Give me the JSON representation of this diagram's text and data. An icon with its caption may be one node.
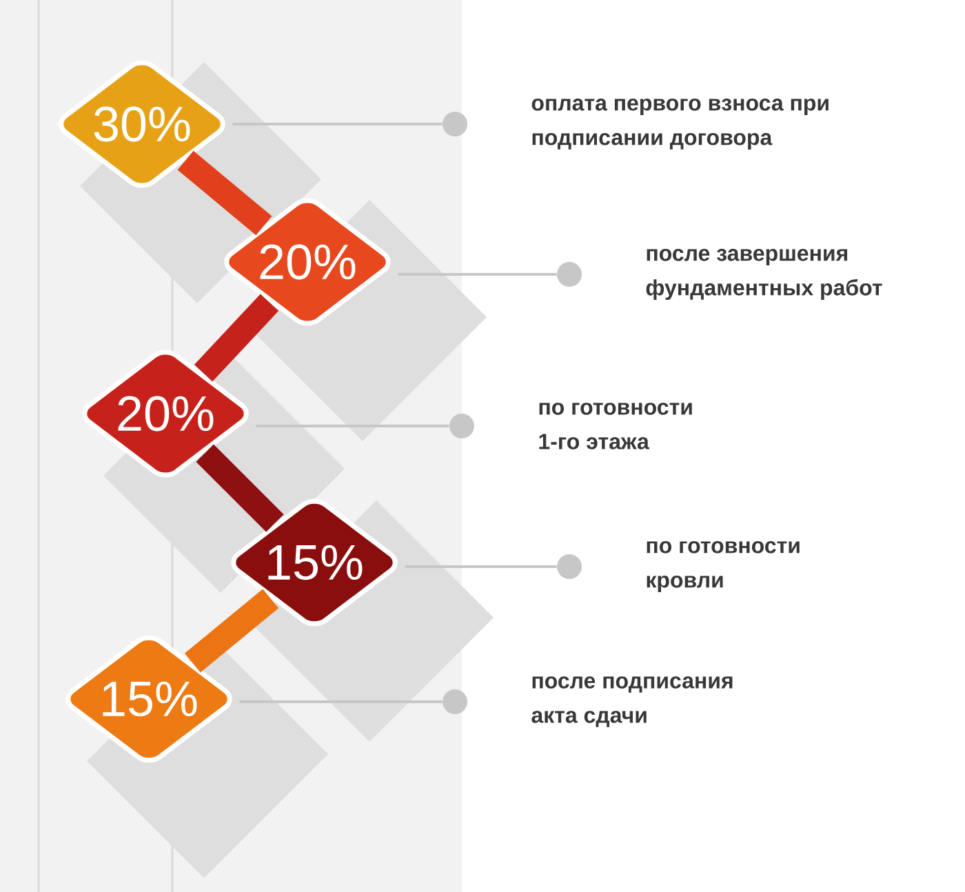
{
  "diagram": {
    "nodes": [
      {
        "text": [
          "30%"
        ]
      },
      {
        "text": [
          "20%"
        ]
      },
      {
        "text": [
          "20%"
        ]
      },
      {
        "text": [
          "15%"
        ]
      },
      {
        "text": [
          "15%"
        ]
      },
      {
        "text": [],
        "shape": "circle",
        "beside": [
          "оплата первого взноса при подписании договора"
        ]
      },
      {
        "text": [],
        "shape": "circle",
        "beside": [
          "после завершения фундаментных работ"
        ]
      },
      {
        "text": [],
        "shape": "circle",
        "beside": [
          "по готовности 1-го этажа"
        ]
      },
      {
        "text": [],
        "shape": "circle",
        "beside": [
          "по готовности кровли"
        ]
      },
      {
        "text": [],
        "shape": "circle",
        "beside": [
          "после подписания акта сдачи"
        ]
      }
    ],
    "edges": [
      {
        "from": 0,
        "to": 1,
        "arrow": "none",
        "style": "thick",
        "color": "#e2401c"
      },
      {
        "from": 1,
        "to": 2,
        "arrow": "none",
        "style": "thick",
        "color": "#c4221a"
      },
      {
        "from": 2,
        "to": 3,
        "arrow": "none",
        "style": "thick",
        "color": "#8e1010"
      },
      {
        "from": 3,
        "to": 4,
        "arrow": "none",
        "style": "thick",
        "color": "#ec7412"
      },
      {
        "from": 0,
        "to": 5,
        "arrow": "none"
      },
      {
        "from": 1,
        "to": 6,
        "arrow": "none"
      },
      {
        "from": 2,
        "to": 7,
        "arrow": "none"
      },
      {
        "from": 3,
        "to": 8,
        "arrow": "none"
      },
      {
        "from": 4,
        "to": 9,
        "arrow": "none"
      }
    ]
  }
}
